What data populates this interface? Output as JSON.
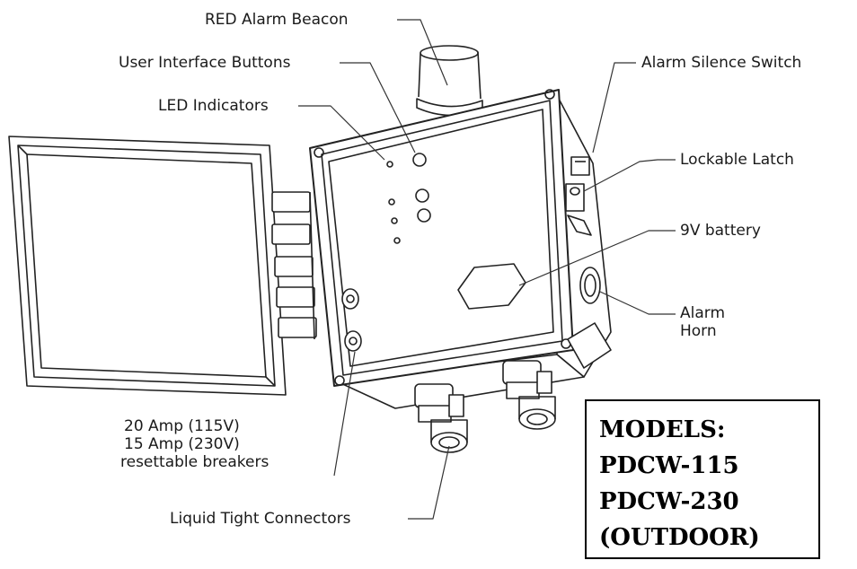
{
  "labels": {
    "red_alarm_beacon": "RED Alarm Beacon",
    "user_interface_buttons": "User Interface Buttons",
    "led_indicators": "LED Indicators",
    "alarm_silence_switch": "Alarm Silence Switch",
    "lockable_latch": "Lockable Latch",
    "battery": "9V battery",
    "alarm_horn_line1": "Alarm",
    "alarm_horn_line2": "Horn",
    "breakers_line1": "20 Amp (115V)",
    "breakers_line2": "15 Amp (230V)",
    "breakers_line3": "resettable breakers",
    "liquid_tight_connectors": "Liquid Tight Connectors"
  },
  "models": {
    "heading": "MODELS:",
    "model_1": "PDCW-115",
    "model_2": "PDCW-230",
    "variant": "(OUTDOOR)"
  }
}
